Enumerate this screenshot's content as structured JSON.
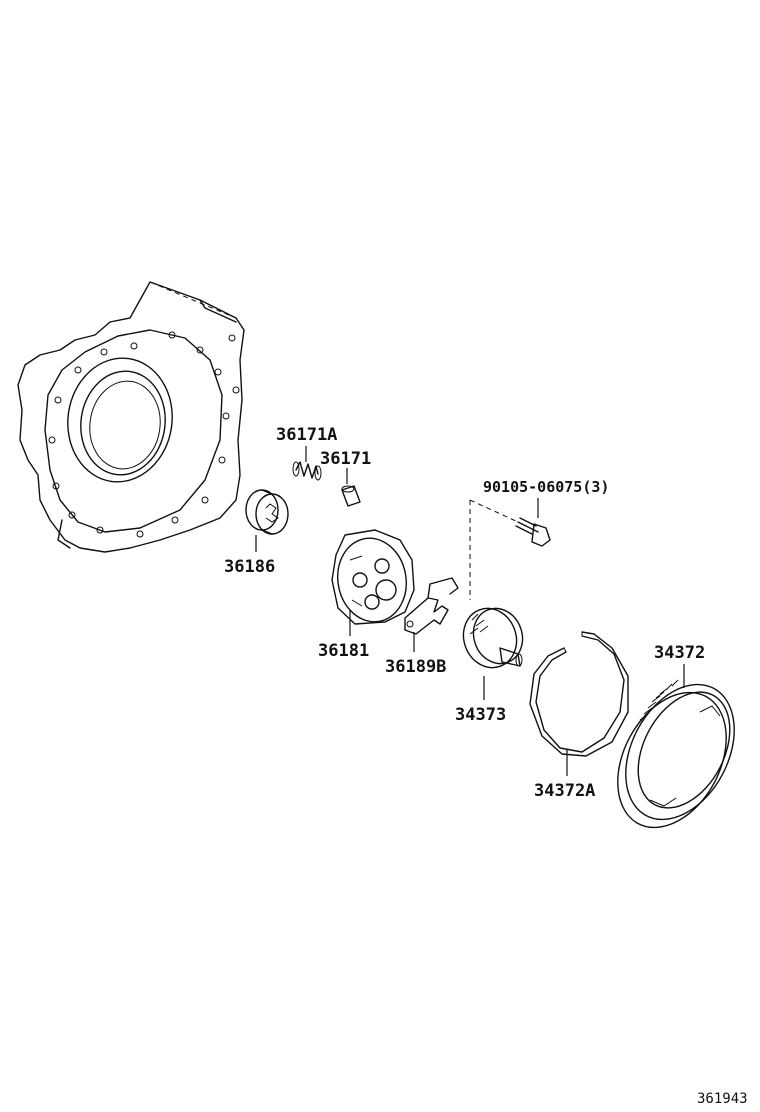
{
  "diagram": {
    "parts": {
      "p36171A": "36171A",
      "p36171": "36171",
      "p36186": "36186",
      "p36181": "36181",
      "p36189B": "36189B",
      "p34373": "34373",
      "p34372A": "34372A",
      "p34372": "34372",
      "bolt": "90105-06075(3)"
    },
    "figure_ref": "361943"
  }
}
